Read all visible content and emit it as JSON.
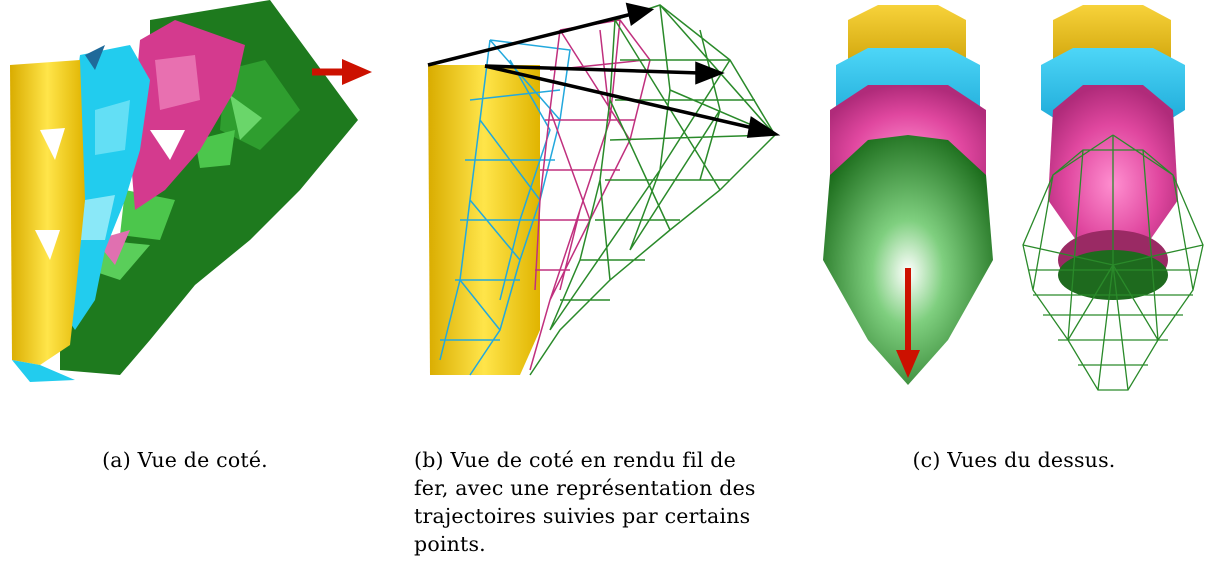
{
  "figure": {
    "panels": [
      {
        "id": "a",
        "tag": "(a)",
        "caption": "Vue de coté.",
        "view": "side view, solid render",
        "arrow_color": "#cc1100"
      },
      {
        "id": "b",
        "tag": "(b)",
        "caption_lines": [
          "Vue de coté en rendu fil de",
          "fer, avec une représentation des",
          "trajectoires suivies par certains",
          "points."
        ],
        "view": "side view, wireframe render with trajectories",
        "arrow_color": "#000000"
      },
      {
        "id": "c",
        "tag": "(c)",
        "caption": "Vues du dessus.",
        "view": "top views",
        "arrow_color": "#cc1100"
      }
    ],
    "colors": {
      "yellow": "#f2cc12",
      "cyan": "#22ccee",
      "magenta": "#d43a8e",
      "green": "#1e7a1e",
      "wire_green": "#2a8a2a",
      "wire_magenta": "#c0307e",
      "wire_cyan": "#22a8dd"
    }
  }
}
